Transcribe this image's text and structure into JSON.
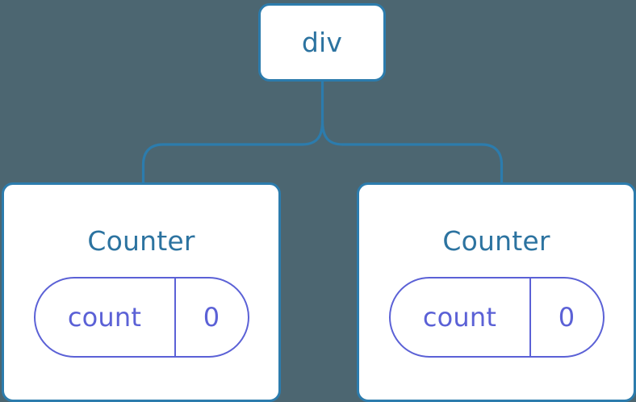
{
  "diagram": {
    "type": "component-tree",
    "background_color": "#4c6671",
    "connector_color": "#2c7cad",
    "node_border_color": "#2c7cad",
    "node_fill_color": "#ffffff",
    "node_text_color": "#2c73a0",
    "state_pill_color": "#5b61d6"
  },
  "root": {
    "label": "div"
  },
  "children": [
    {
      "id": "counter-left",
      "title": "Counter",
      "state": {
        "key": "count",
        "value": "0"
      }
    },
    {
      "id": "counter-right",
      "title": "Counter",
      "state": {
        "key": "count",
        "value": "0"
      }
    }
  ]
}
